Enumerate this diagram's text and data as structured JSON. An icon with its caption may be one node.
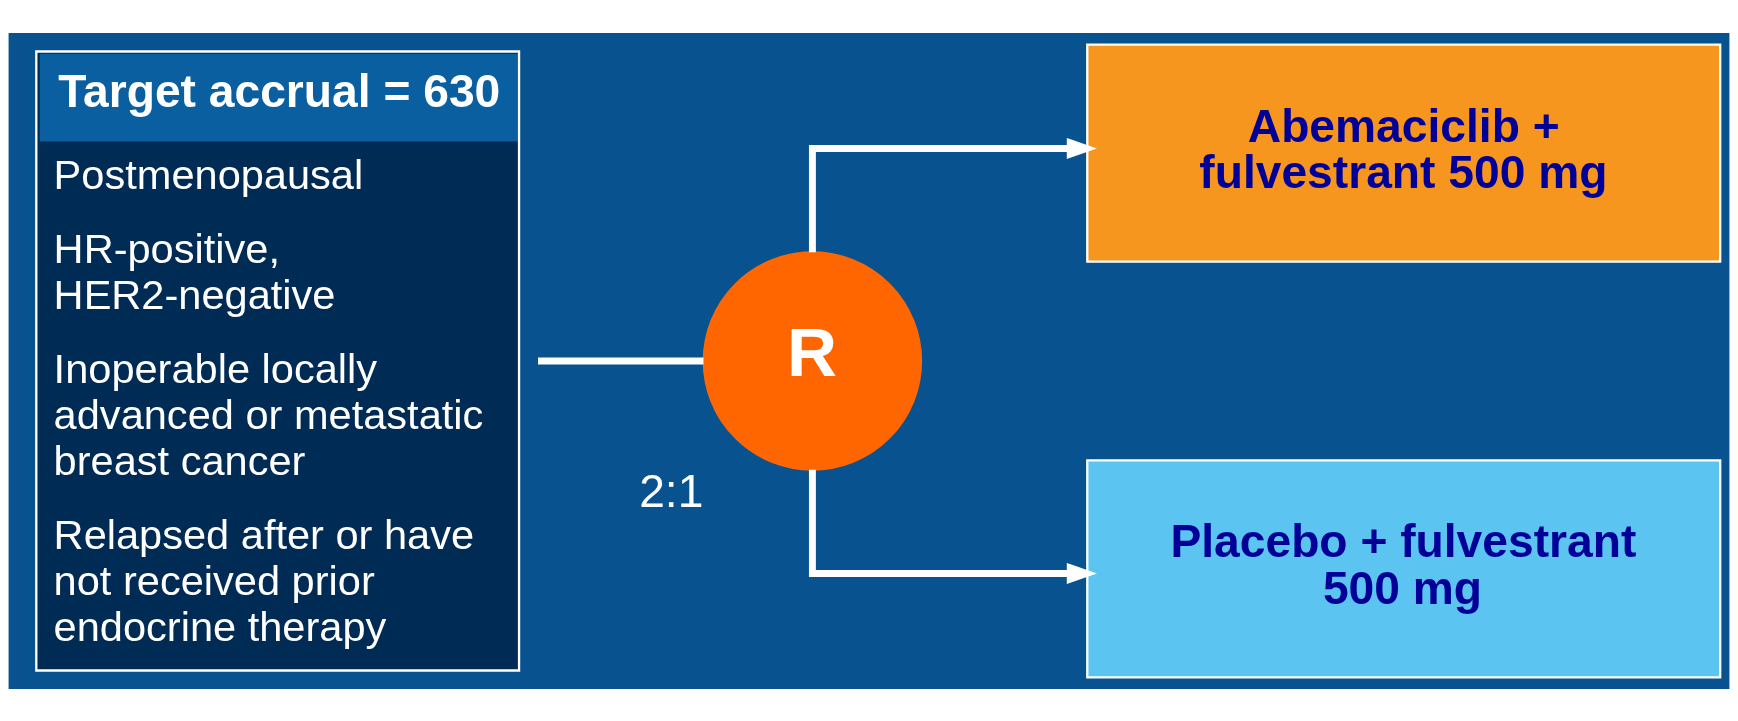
{
  "diagram": {
    "nodes": [
      {
        "text": [
          "Target accrual = 630",
          "Postmenopausal",
          "HR-positive, HER2-negative",
          "Inoperable locally advanced or metastatic breast cancer",
          "Relapsed after or have not received prior endocrine therapy"
        ]
      },
      {
        "text": [
          "R"
        ],
        "beside": [
          "2:1"
        ]
      },
      {
        "text": [
          "Abemaciclib + fulvestrant 500 mg"
        ]
      },
      {
        "text": [
          "Placebo + fulvestrant 500 mg"
        ]
      }
    ],
    "edges": [
      {
        "from": 0,
        "to": 1,
        "arrow": "none"
      },
      {
        "from": 1,
        "to": 2,
        "arrow": "to"
      },
      {
        "from": 1,
        "to": 3,
        "arrow": "to"
      }
    ]
  }
}
